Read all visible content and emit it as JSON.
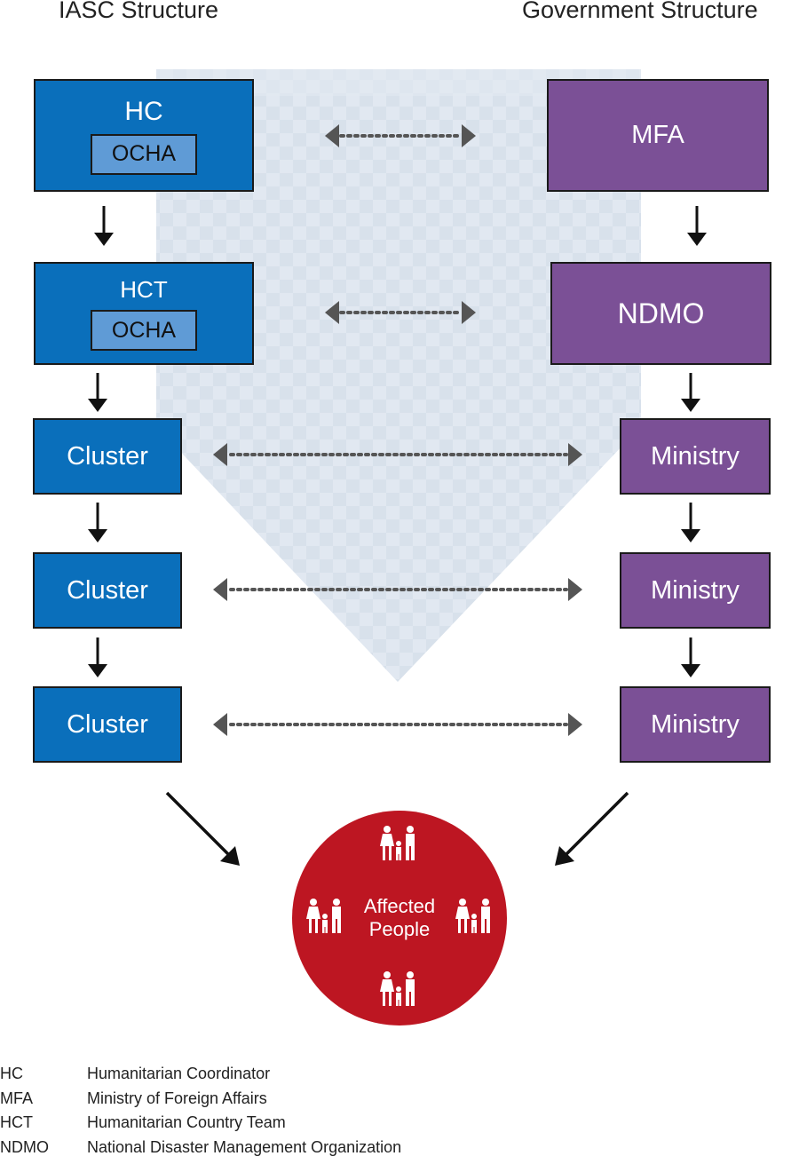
{
  "headings": {
    "left": "IASC Structure",
    "right": "Government Structure"
  },
  "iasc": {
    "hc": {
      "title": "HC",
      "inner": "OCHA"
    },
    "hct": {
      "title": "HCT",
      "inner": "OCHA"
    },
    "clusters": [
      "Cluster",
      "Cluster",
      "Cluster"
    ]
  },
  "government": {
    "mfa": "MFA",
    "ndmo": "NDMO",
    "ministries": [
      "Ministry",
      "Ministry",
      "Ministry"
    ]
  },
  "affected": {
    "line1": "Affected",
    "line2": "People"
  },
  "legend": [
    {
      "abbr": "HC",
      "desc": "Humanitarian Coordinator"
    },
    {
      "abbr": "MFA",
      "desc": "Ministry of Foreign Affairs"
    },
    {
      "abbr": "HCT",
      "desc": "Humanitarian Country Team"
    },
    {
      "abbr": "NDMO",
      "desc": "National Disaster Management Organization"
    }
  ],
  "colors": {
    "iasc_blue": "#0a6fbb",
    "ocha_blue": "#5f9bd6",
    "government_purple": "#7b5096",
    "affected_red": "#bd1622",
    "background_chevron": "#dde6f0",
    "connector_gray": "#555555"
  }
}
